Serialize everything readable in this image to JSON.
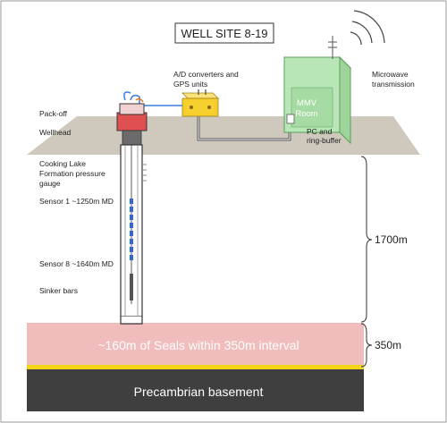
{
  "title": "WELL SITE 8-19",
  "labels": {
    "ad_converters": "A/D converters and",
    "gps_units": "GPS units",
    "microwave_1": "Microwave",
    "microwave_2": "transmission",
    "room_1": "MMV",
    "room_2": "Room",
    "pc_1": "PC and",
    "pc_2": "ring-buffer",
    "packoff": "Pack-off",
    "wellhead": "Wellhead",
    "gauge_1": "Cooking Lake",
    "gauge_2": "Formation pressure",
    "gauge_3": "gauge",
    "sensor1": "Sensor 1 ~1250m MD",
    "sensor8": "Sensor 8 ~1640m MD",
    "sinker": "Sinker bars",
    "depth_upper": "1700m",
    "depth_seal": "350m",
    "seals": "~160m of Seals within 350m interval",
    "basement": "Precambrian basement"
  },
  "colors": {
    "surface": "#cfc8bd",
    "seal_layer": "#f1bcbc",
    "yellow_line": "#f2d51a",
    "basement": "#3f3f3f",
    "room": "#b8e6b6",
    "room_stroke": "#5aa05a",
    "converter": "#f6cf2f",
    "wellhead": "#e05050",
    "sensor": "#2f6bd6",
    "cable": "#3a7de0"
  }
}
